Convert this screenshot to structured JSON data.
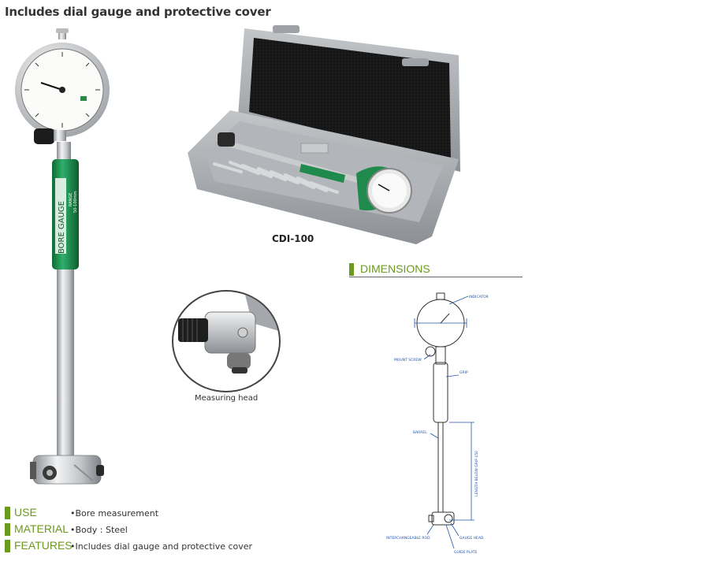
{
  "title": "Includes dial gauge and protective cover",
  "product": {
    "model": "CDI-100",
    "grip_text": "BORE GAUGE",
    "grip_range_label": "RANGE",
    "grip_range_value": "50-100mm"
  },
  "measuring_head_caption": "Measuring head",
  "dimensions": {
    "heading": "DIMENSIONS",
    "labels": {
      "indicator": "INDICATOR",
      "mount_screw": "MOUNT SCREW",
      "grip": "GRIP",
      "barrel": "BARREL",
      "length": "LENGTH BELOW GRIP 150",
      "interchangeable_rod": "INTERCHANGEABLE ROD",
      "gauge_head": "GAUGE HEAD",
      "guide_plate": "GUIDE PLATE"
    }
  },
  "specs": [
    {
      "label": "USE",
      "value": "Bore measurement"
    },
    {
      "label": "MATERIAL",
      "value": "Body :  Steel"
    },
    {
      "label": "FEATURES",
      "value": "Includes dial gauge and protective cover"
    }
  ],
  "colors": {
    "accent_green": "#6b9a1e",
    "grip_green": "#1f8a4c",
    "case_gray": "#a8acb0",
    "foam_black": "#1a1a1a"
  }
}
